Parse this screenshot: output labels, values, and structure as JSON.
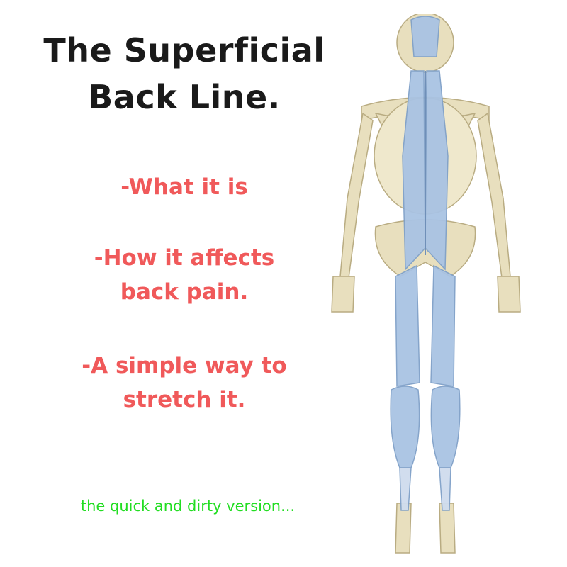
{
  "title": {
    "line1": "The Superficial",
    "line2": "Back Line."
  },
  "points": [
    {
      "lines": [
        "-What it is"
      ]
    },
    {
      "lines": [
        "-How it affects",
        "back pain."
      ]
    },
    {
      "lines": [
        "-A simple way to",
        "stretch it."
      ]
    }
  ],
  "tagline": "the quick and dirty version...",
  "colors": {
    "title": "#1a1a1a",
    "points": "#f0595a",
    "tagline": "#22dd22",
    "muscle": "#a9c3e3",
    "bone": "#e8dfbe"
  },
  "illustration": "skeleton-back-view-with-superficial-back-line-muscles"
}
